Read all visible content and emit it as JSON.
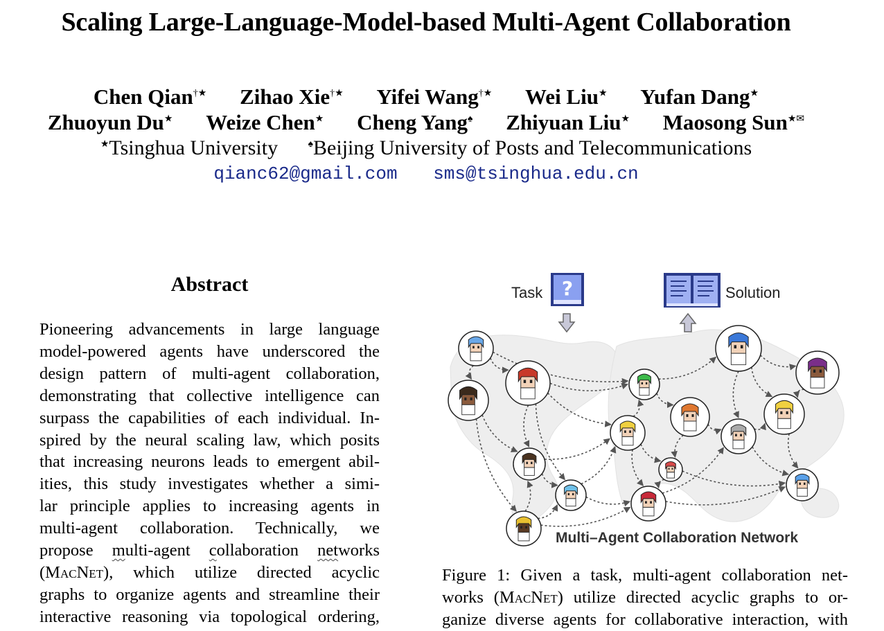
{
  "title": "Scaling Large-Language-Model-based Multi-Agent Collaboration",
  "authors_line1": [
    {
      "name": "Chen Qian",
      "mark": "†★"
    },
    {
      "name": "Zihao Xie",
      "mark": "†★"
    },
    {
      "name": "Yifei Wang",
      "mark": "†★"
    },
    {
      "name": "Wei Liu",
      "mark": "★"
    },
    {
      "name": "Yufan Dang",
      "mark": "★"
    }
  ],
  "authors_line2": [
    {
      "name": "Zhuoyun Du",
      "mark": "★"
    },
    {
      "name": "Weize Chen",
      "mark": "★"
    },
    {
      "name": "Cheng Yang",
      "mark": "♠"
    },
    {
      "name": "Zhiyuan Liu",
      "mark": "★"
    },
    {
      "name": "Maosong Sun",
      "mark": "★✉"
    }
  ],
  "affiliations": [
    {
      "mark": "★",
      "name": "Tsinghua University"
    },
    {
      "mark": "♠",
      "name": "Beijing University of Posts and Telecommunications"
    }
  ],
  "emails": [
    "qianc62@gmail.com",
    "sms@tsinghua.edu.cn"
  ],
  "abstract": {
    "heading": "Abstract",
    "lines": [
      "Pioneering advancements in large language",
      "model-powered agents have underscored the",
      "design pattern of multi-agent collaboration,",
      "demonstrating that collective intelligence can",
      "surpass the capabilities of each individual. In-",
      "spired by the neural scaling law, which posits",
      "that increasing neurons leads to emergent abil-",
      "ities, this study investigates whether a simi-",
      "lar principle applies to increasing agents in",
      "multi-agent collaboration.  Technically, we"
    ],
    "line11": {
      "pre": "propose ",
      "w1a": "m",
      "w1b": "ulti-agent ",
      "w2a": "c",
      "w2b": "ollaboration ",
      "w3a": "net",
      "w3b": "works"
    },
    "line12": {
      "open": "(",
      "mac": "MacNet",
      "rest": "), which utilize directed acyclic"
    },
    "line13": "graphs to organize agents and streamline their",
    "line14": "interactive reasoning via topological ordering,"
  },
  "figure": {
    "task_label": "Task",
    "solution_label": "Solution",
    "network_label": "Multi–Agent Collaboration Network",
    "caption_line1": "Figure 1: Given a task, multi-agent collaboration net-",
    "caption_line2_pre": "works (",
    "caption_mac": "MacNet",
    "caption_line2_post": ") utilize directed acyclic graphs to or-",
    "caption_line3": "ganize diverse agents for collaborative interaction, with"
  }
}
